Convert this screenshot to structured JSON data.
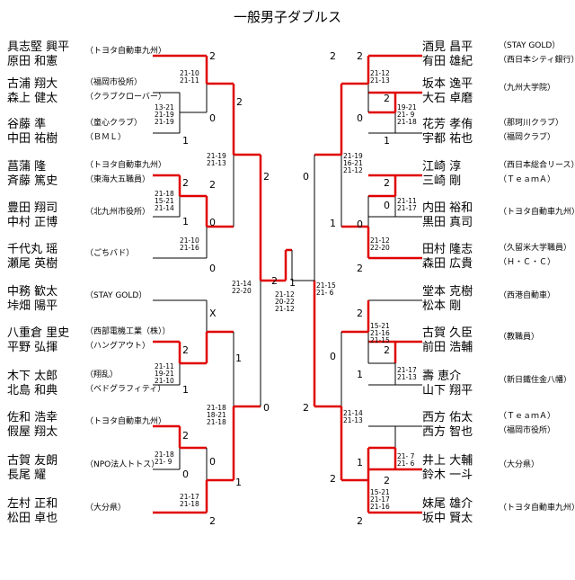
{
  "title": "一般男子ダブルス",
  "left_entries": [
    {
      "p1": "具志堅 興平",
      "p2": "原田 和憲",
      "aff": "（トヨタ自動車九州）"
    },
    {
      "p1": "古浦 翔大",
      "p2": "森上 健太",
      "aff1": "（福岡市役所）",
      "aff2": "（クラブクローバー）"
    },
    {
      "p1": "谷藤 準",
      "p2": "中田 祐樹",
      "aff1": "（童心クラブ）",
      "aff2": "（ＢＭＬ）"
    },
    {
      "p1": "菖蒲 隆",
      "p2": "斉藤 篤史",
      "aff1": "（トヨタ自動車九州）",
      "aff2": "（東海大五職員）"
    },
    {
      "p1": "豊田 翔司",
      "p2": "中村 正博",
      "aff": "（北九州市役所）"
    },
    {
      "p1": "千代丸 瑶",
      "p2": "瀬尾 英樹",
      "aff": "（ごちバド）"
    },
    {
      "p1": "中務 歓太",
      "p2": "垰畑 陽平",
      "aff": "（STAY GOLD）"
    },
    {
      "p1": "八重倉 里史",
      "p2": "平野 弘揮",
      "aff1": "（西部電機工業（株））",
      "aff2": "（ハングアウト）"
    },
    {
      "p1": "木下 太郎",
      "p2": "北島 和典",
      "aff1": "（翔乱）",
      "aff2": "（ベドグラフィティ）"
    },
    {
      "p1": "佐和 浩幸",
      "p2": "假屋 翔太",
      "aff": "（トヨタ自動車九州）"
    },
    {
      "p1": "古賀 友朗",
      "p2": "長尾 耀",
      "aff": "（NPO法人トトス）"
    },
    {
      "p1": "左村 正和",
      "p2": "松田 卓也",
      "aff": "（大分県）"
    }
  ],
  "right_entries": [
    {
      "p1": "酒見 昌平",
      "p2": "有田 雄紀",
      "aff1": "（STAY GOLD）",
      "aff2": "（西日本シティ銀行）"
    },
    {
      "p1": "坂本 逸平",
      "p2": "大石 卓磨",
      "aff": "（九州大学院）"
    },
    {
      "p1": "花芳 孝侑",
      "p2": "宇都 祐也",
      "aff1": "（那珂川クラブ）",
      "aff2": "（福岡クラブ）"
    },
    {
      "p1": "江崎 淳",
      "p2": "三崎 剛",
      "aff1": "（西日本総合リース）",
      "aff2": "（ＴｅａｍＡ）"
    },
    {
      "p1": "内田 裕和",
      "p2": "黒田 真司",
      "aff": "（トヨタ自動車九州）"
    },
    {
      "p1": "田村 隆志",
      "p2": "森田 広貴",
      "aff1": "（久留米大学職員）",
      "aff2": "（Ｈ・Ｃ・Ｃ）"
    },
    {
      "p1": "堂本 克樹",
      "p2": "松本 剛",
      "aff": "（西港自動車）"
    },
    {
      "p1": "古賀 久臣",
      "p2": "前田 浩輔",
      "aff": "（教職員）"
    },
    {
      "p1": "壽 恵介",
      "p2": "山下 翔平",
      "aff": "（新日鐵住金八幡）"
    },
    {
      "p1": "西方 佑太",
      "p2": "西方 智也",
      "aff1": "（ＴｅａｍＡ）",
      "aff2": "（福岡市役所）"
    },
    {
      "p1": "井上 大輔",
      "p2": "鈴木 一斗",
      "aff": "（大分県）"
    },
    {
      "p1": "妹尾 雄介",
      "p2": "坂中 賢太",
      "aff": "（トヨタ自動車九州）"
    }
  ],
  "matches": {
    "L_r1a": {
      "top": "",
      "bottom": "1",
      "scores": "13-21\n21-19\n21-19"
    },
    "L_r2a": {
      "top": "2",
      "bottom": "0",
      "scores": "21-10\n21-11"
    },
    "L_r1b": {
      "top": "2",
      "bottom": "1",
      "scores": "21-18\n15-21\n21-14"
    },
    "L_r2b": {
      "top": "2",
      "bottom": "0",
      "scores": "21-10\n21-16"
    },
    "L_r3a": {
      "top": "2",
      "bottom": "0",
      "scores": "21-19\n21-13"
    },
    "L_r1c": {
      "top": "2",
      "bottom": "1",
      "scores": "21-11\n19-21\n21-10"
    },
    "L_r2c": {
      "top": "X",
      "bottom": "1",
      "scores": ""
    },
    "L_r1d": {
      "top": "2",
      "bottom": "0",
      "scores": "21-18\n21- 9"
    },
    "L_r2d": {
      "top": "1",
      "bottom": "2",
      "scores": "21-17\n21-18"
    },
    "L_r3b": {
      "top": "0",
      "bottom": "2",
      "scores": "21-18\n18-21\n21-18"
    },
    "L_r4": {
      "top": "2",
      "bottom": "",
      "scores": "21-14\n22-20"
    },
    "final": {
      "left": "2",
      "right": "1",
      "scores": "21-12\n20-22\n21-12"
    },
    "R_r2a": {
      "top": "2",
      "bottom": "0",
      "scores": "21-12\n21-13"
    },
    "R_r1a": {
      "top": "2",
      "bottom": "1",
      "scores": "19-21\n21- 9\n21-18"
    },
    "R_r3a": {
      "top": "2",
      "bottom": "1",
      "scores": "21-19\n16-21\n21-12"
    },
    "R_r1b": {
      "top": "2",
      "bottom": "0",
      "scores": "21-11\n21-17"
    },
    "R_r2b": {
      "top": "0",
      "bottom": "2",
      "scores": "21-12\n22-20"
    },
    "R_r4": {
      "top": "0",
      "bottom": "2",
      "scores": "21-15\n21- 6"
    },
    "R_r2c": {
      "top": "2",
      "bottom": "0",
      "scores": "15-21\n21-16\n21-15"
    },
    "R_r1c": {
      "top": "2",
      "bottom": "1",
      "scores": "21-17\n21-13"
    },
    "R_r3b": {
      "top": "0",
      "bottom": "2",
      "scores": "21-14\n21-13"
    },
    "R_r1d": {
      "top": "1",
      "bottom": "2",
      "scores": "21- 7\n21- 6"
    },
    "R_r2d": {
      "top": "2",
      "bottom": "2",
      "scores": "15-21\n21-17\n21-16"
    }
  },
  "colors": {
    "win": "#e00000",
    "line": "#000000"
  }
}
